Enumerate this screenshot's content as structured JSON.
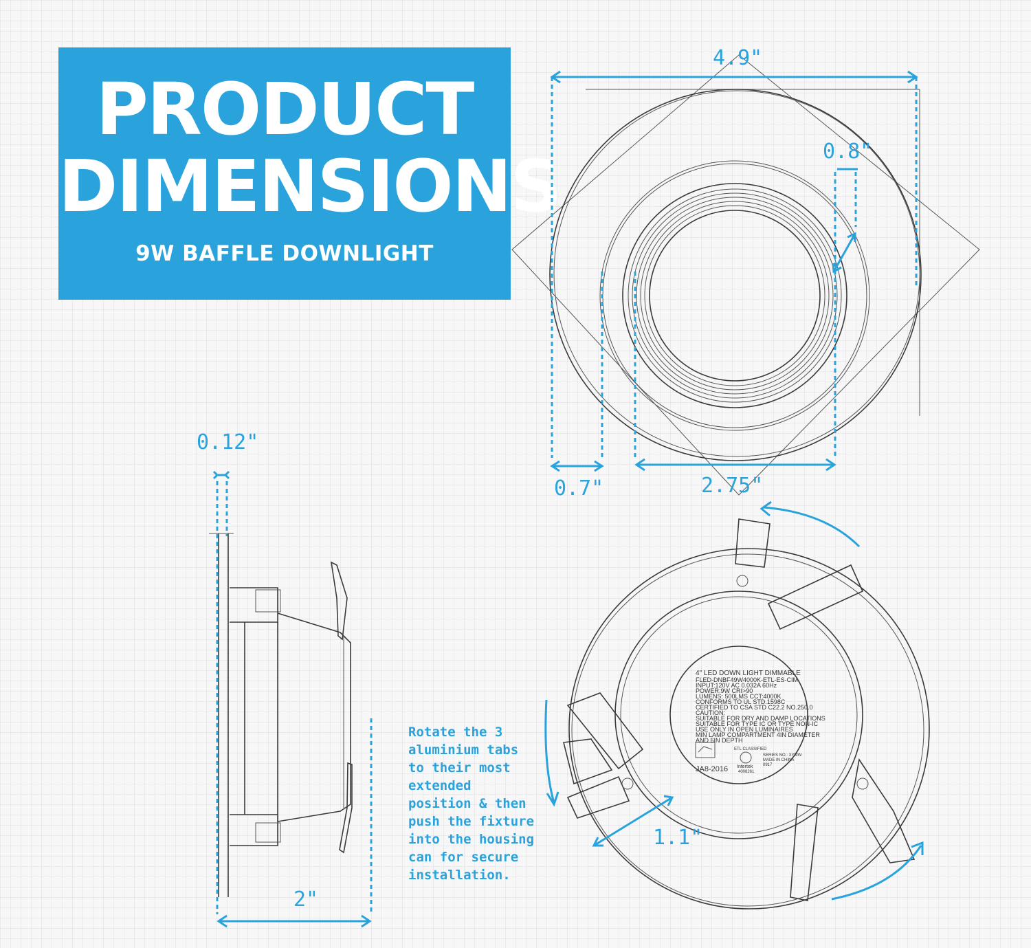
{
  "title": {
    "line1": "PRODUCT",
    "line2": "DIMENSIONS",
    "subtitle": "9W BAFFLE DOWNLIGHT"
  },
  "dimensions": {
    "width": "4.9\"",
    "baffle_depth": "0.8\"",
    "trim_width": "0.7\"",
    "cutout": "2.75\"",
    "trim_thickness": "0.12\"",
    "height": "2\"",
    "tab_length": "1.1\""
  },
  "instruction": [
    "Rotate the 3",
    "aluminium tabs",
    "to their most",
    "extended",
    "position & then",
    "push the fixture",
    "into the  housing",
    "can for secure",
    "installation."
  ],
  "product_label": {
    "lines": [
      "4\" LED DOWN LIGHT DIMMABLE",
      "FLED-DNBF49W4000K-ETL-ES-CIM",
      "INPUT:120V AC 0.032A 60Hz",
      "POWER:9W       CRI>90",
      "LUMENS: 500LMS  CCT:4000K",
      "CONFORMS TO UL STD.1598C",
      "CERTIFIED TO CSA STD C22.2 NO.250.0",
      "CAUTION:",
      "SUITABLE FOR DRY AND DAMP LOCATIONS",
      "SUITABLE FOR TYPE IC OR TYPE NON-IC",
      "USE ONLY IN OPEN LUMINAIRES",
      "MIN LAMP COMPARTMENT 4IN DIAMETER",
      "AND 6IN DEPTH"
    ],
    "etl": "ETL CLASSIFIED",
    "intertek": "Intertek",
    "intertek_no": "4008261",
    "series": "SERIES NO.: XYMW",
    "made_in": "MADE IN CHINA",
    "date_code": "0917",
    "ja8": "JA8-2016"
  }
}
